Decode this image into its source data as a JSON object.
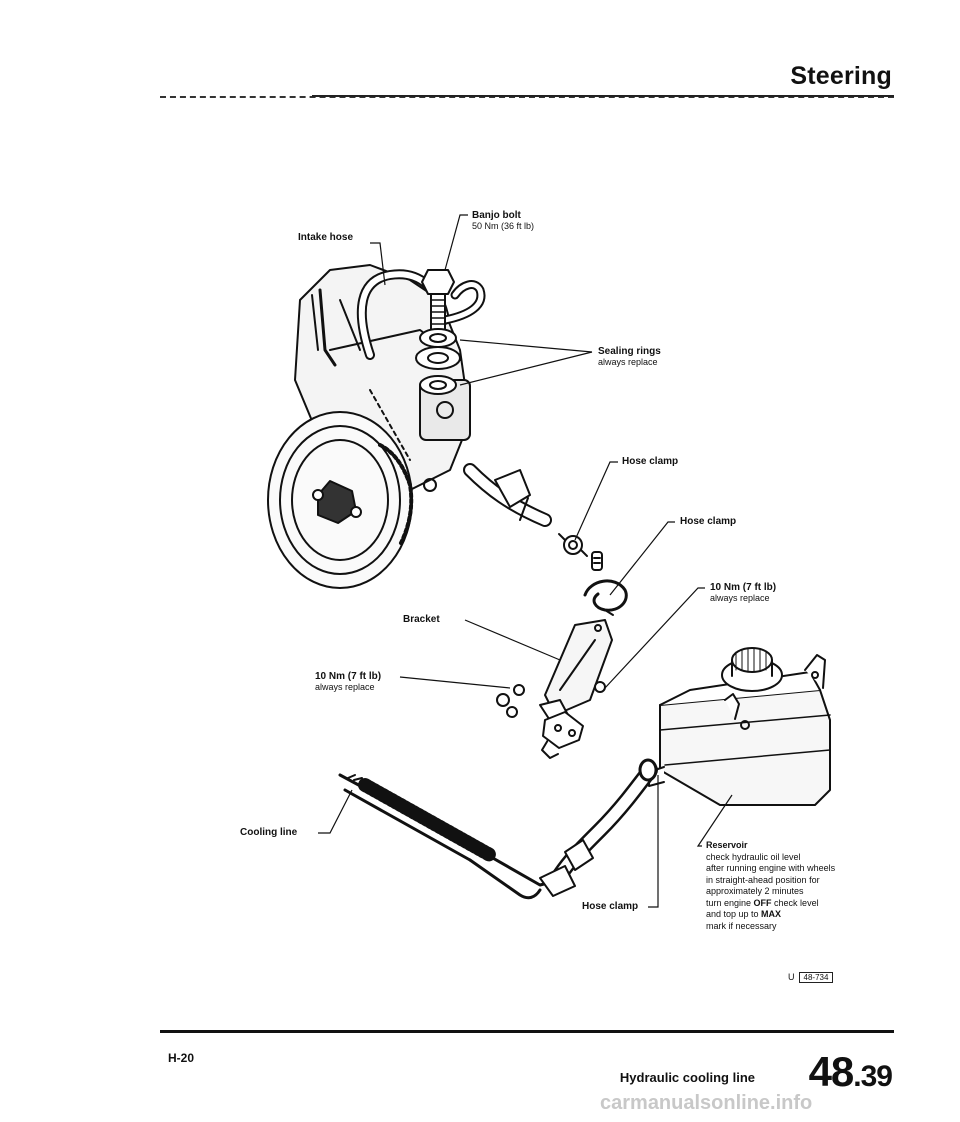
{
  "header": {
    "title": "Steering"
  },
  "labels": {
    "banjo_bolt": "Banjo bolt",
    "banjo_bolt_torque": "50 Nm (36 ft lb)",
    "intake_hose": "Intake hose",
    "sealing_rings": "Sealing rings",
    "sealing_rings_note": "always replace",
    "hose_clamp_1": "Hose clamp",
    "hose_clamp_2": "Hose clamp",
    "torque_right": "10 Nm (7 ft lb)",
    "torque_right_note": "always replace",
    "bracket": "Bracket",
    "torque_left": "10 Nm (7 ft lb)",
    "torque_left_note": "always replace",
    "cooling_line": "Cooling line",
    "hose_clamp_3": "Hose clamp",
    "reservoir": "Reservoir",
    "reservoir_note_1": "check hydraulic oil level",
    "reservoir_note_2": "after running engine with wheels",
    "reservoir_note_3": "in straight-ahead position for",
    "reservoir_note_4": "approximately 2 minutes",
    "reservoir_note_5a": "turn engine ",
    "reservoir_note_5b": "OFF",
    "reservoir_note_5c": " check level",
    "reservoir_note_6a": "and top up to ",
    "reservoir_note_6b": "MAX",
    "reservoir_note_7": "mark if necessary"
  },
  "figure_code": {
    "prefix": "U",
    "code": "48-734"
  },
  "footer": {
    "page_ref": "H-20",
    "section_title": "Hydraulic cooling line",
    "section_major": "48",
    "section_minor": ".39"
  },
  "watermark": "carmanualsonline.info"
}
